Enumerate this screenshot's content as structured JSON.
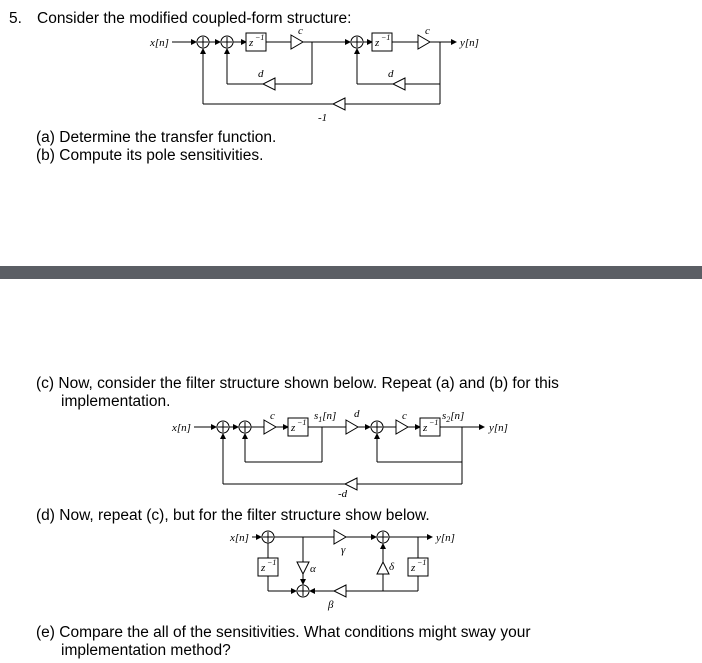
{
  "q5": {
    "number": "5.",
    "title": "Consider the modified coupled-form structure:",
    "part_a": "(a) Determine the transfer function.",
    "part_b": "(b) Compute its pole sensitivities.",
    "part_c_line1": "(c) Now, consider the filter structure shown below. Repeat (a) and (b) for this",
    "part_c_line2": "implementation.",
    "part_d": "(d) Now, repeat (c), but for the filter structure show below.",
    "part_e_line1": "(e) Compare the all of the sensitivities. What conditions might sway your",
    "part_e_line2": "implementation method?"
  },
  "diagram1": {
    "input": "x[n]",
    "output": "y[n]",
    "delay": "z",
    "delay_exp": "−1",
    "gain_c": "c",
    "gain_d": "d",
    "gain_neg1": "-1"
  },
  "diagram2": {
    "input": "x[n]",
    "output": "y[n]",
    "delay": "z",
    "delay_exp": "−1",
    "gain_c": "c",
    "gain_d": "d",
    "gain_negd": "-d",
    "state1": "s",
    "state1_sub": "1",
    "state1_arg": "[n]",
    "state2": "s",
    "state2_sub": "2",
    "state2_arg": "[n]"
  },
  "diagram3": {
    "input": "x[n]",
    "output": "y[n]",
    "delay": "z",
    "delay_exp": "−1",
    "gain_alpha": "α",
    "gain_beta": "β",
    "gain_gamma": "γ",
    "gain_delta": "δ"
  }
}
